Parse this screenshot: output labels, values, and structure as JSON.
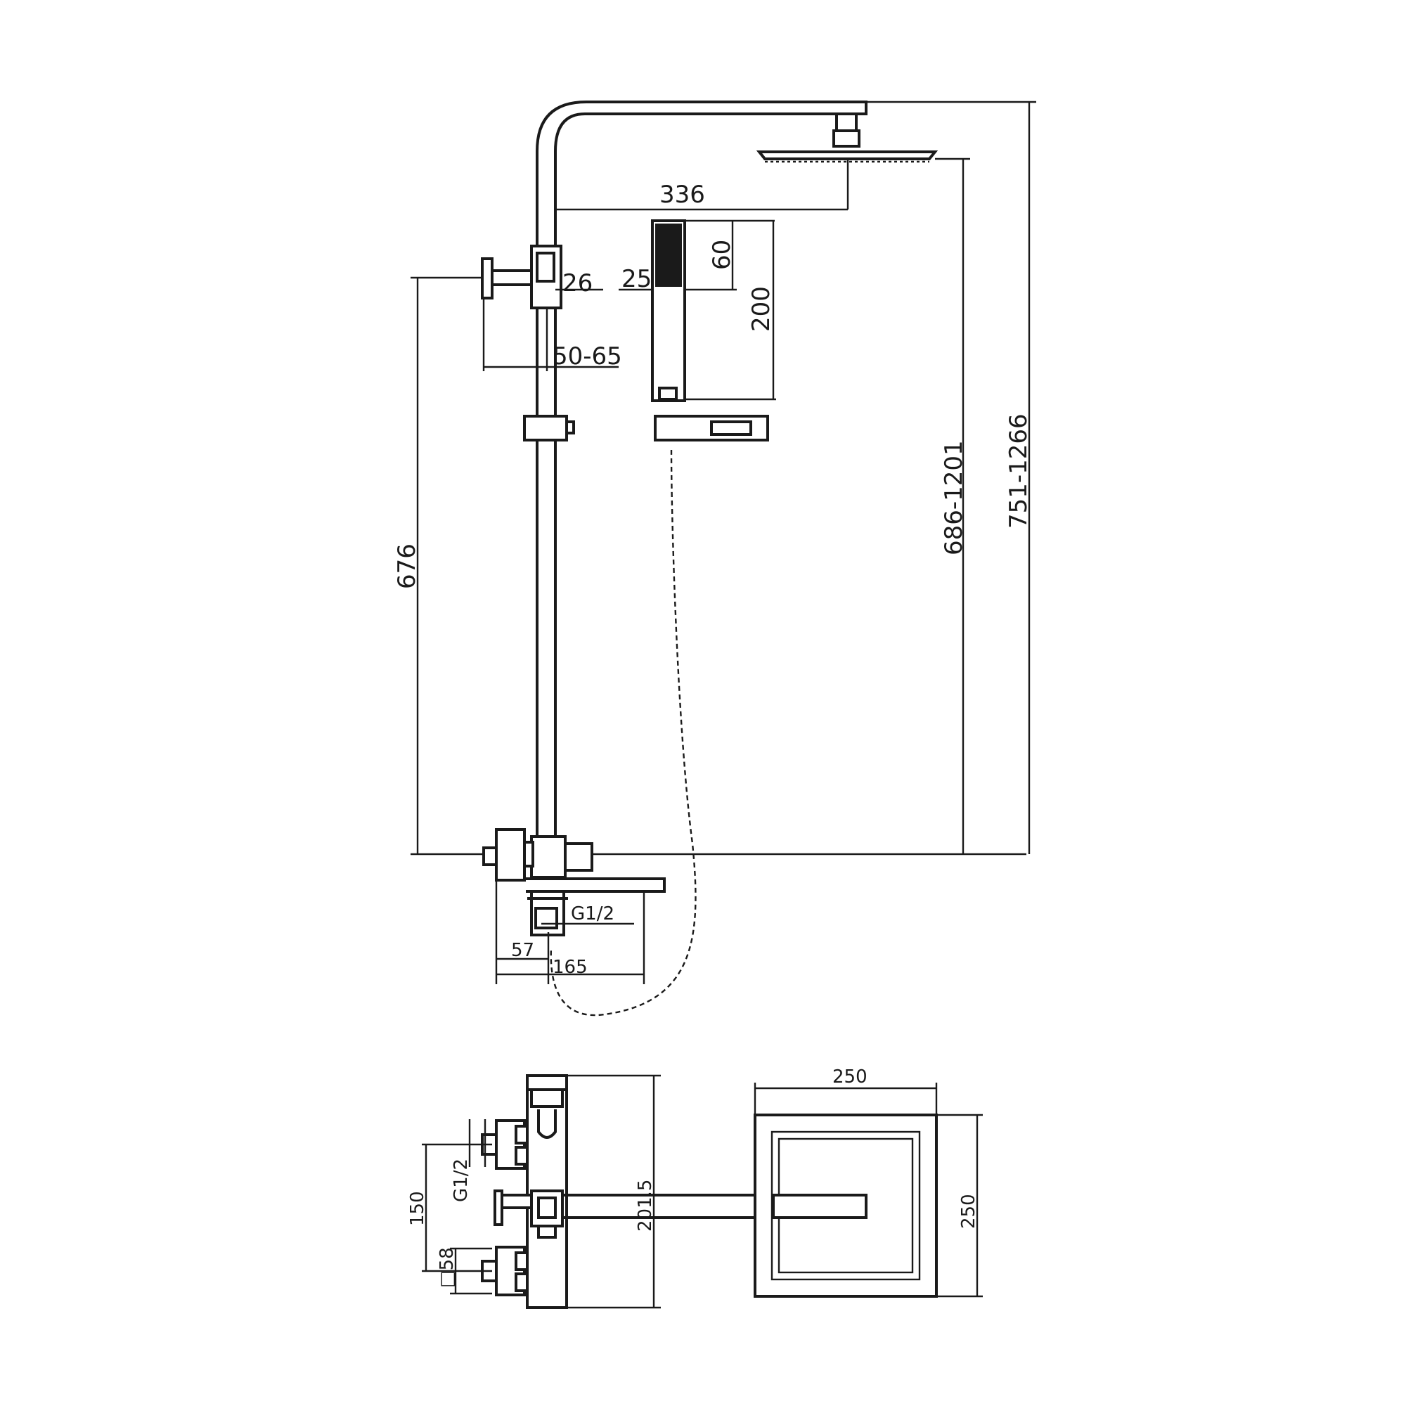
{
  "dimensions": {
    "arm_reach": "336",
    "head_height_range": "686-1201",
    "overall_height_range": "751-1266",
    "rail_length": "676",
    "bracket_offset": "26",
    "wall_offset_range": "50-65",
    "handshower_width": "25",
    "handshower_head_length": "60",
    "handshower_length": "200",
    "inlet_thread": "G1/2",
    "inlet_offset": "57",
    "spout_reach": "165",
    "rainhead_width": "250",
    "rainhead_depth": "250",
    "inlet_centres": "150",
    "escutcheon_size": "□58",
    "plan_inlet_thread": "G1/2",
    "plan_depth": "201.5"
  }
}
